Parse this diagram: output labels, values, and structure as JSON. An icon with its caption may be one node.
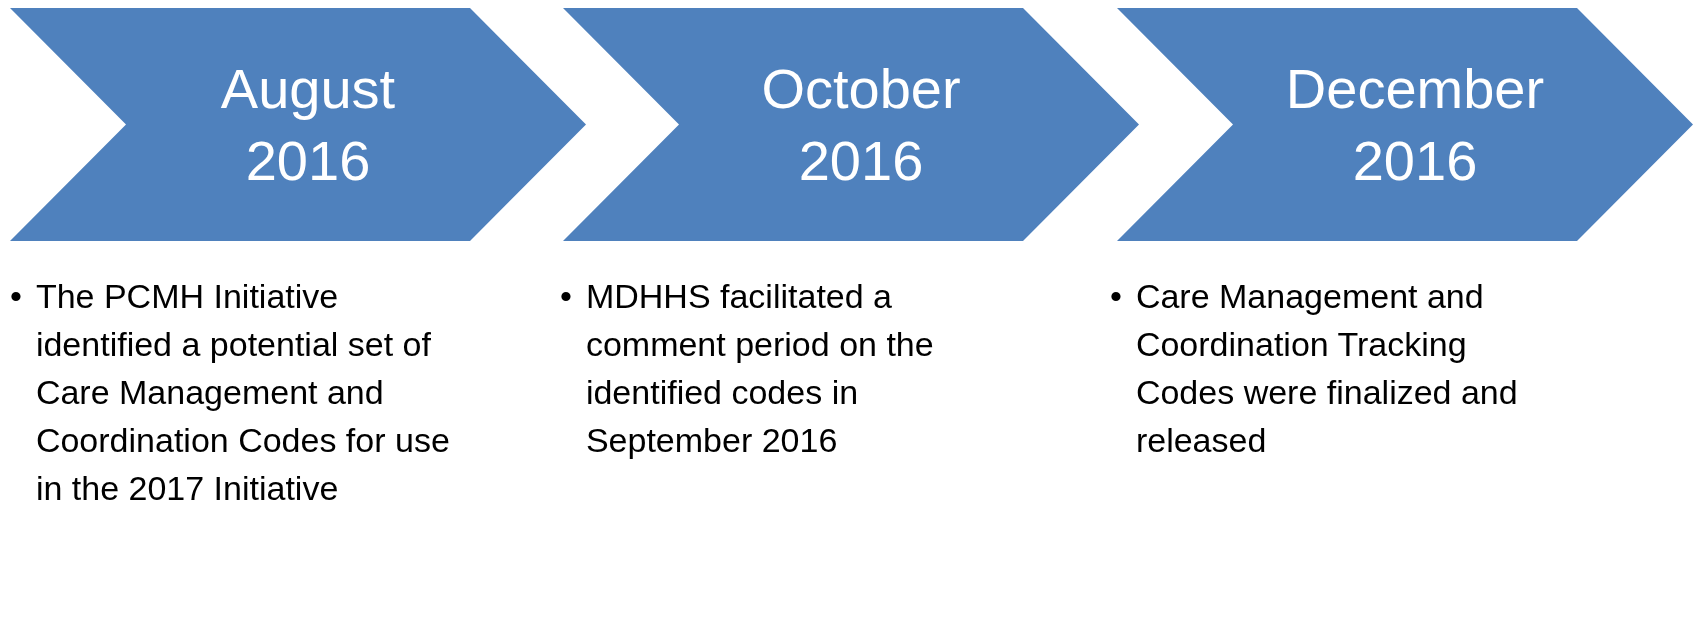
{
  "diagram": {
    "nodes": [
      {
        "text": [
          "August 2016"
        ],
        "beside": [
          "•",
          "The PCMH Initiative identified a potential set of Care Management and Coordination Codes for use in the 2017 Initiative"
        ]
      },
      {
        "text": [
          "October 2016"
        ],
        "beside": [
          "•",
          "MDHHS facilitated a comment period on the identified codes in September 2016"
        ]
      },
      {
        "text": [
          "December 2016"
        ],
        "beside": [
          "•",
          "Care Management and Coordination Tracking Codes were finalized and released"
        ]
      }
    ]
  }
}
